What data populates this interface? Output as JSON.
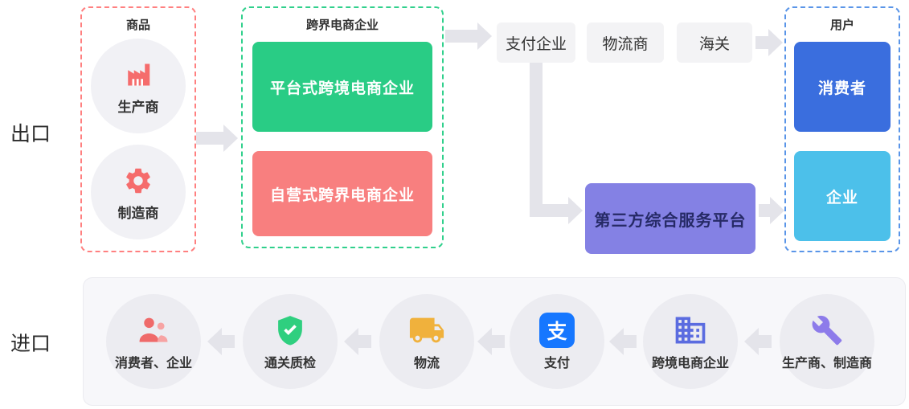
{
  "export": {
    "side_label": "出口",
    "goods": {
      "title": "商品",
      "producer": "生产商",
      "manufacturer": "制造商"
    },
    "ecom": {
      "title": "跨界电商企业",
      "platform": "平台式跨境电商企业",
      "self_operated": "自营式跨界电商企业"
    },
    "chain": {
      "payment": "支付企业",
      "logistics": "物流商",
      "customs": "海关"
    },
    "platform_service": "第三方综合服务平台",
    "user": {
      "title": "用户",
      "consumer": "消费者",
      "enterprise": "企业"
    }
  },
  "import": {
    "side_label": "进口",
    "steps": [
      {
        "label": "消费者、企业",
        "icon": "people-icon"
      },
      {
        "label": "通关质检",
        "icon": "shield-check-icon"
      },
      {
        "label": "物流",
        "icon": "truck-icon"
      },
      {
        "label": "支付",
        "icon": "alipay-icon",
        "icon_text": "支"
      },
      {
        "label": "跨境电商企业",
        "icon": "building-icon"
      },
      {
        "label": "生产商、制造商",
        "icon": "wrench-icon"
      }
    ]
  },
  "colors": {
    "goods_border": "#ff8080",
    "ecom_border": "#30d08c",
    "user_border": "#5a95e8",
    "green_box": "#29cc85",
    "red_box": "#f87f7f",
    "purple_box": "#8481e4",
    "purple_text": "#262a66",
    "consumer_blue": "#3a6ede",
    "enterprise_cyan": "#4cc0ea",
    "chain_box_bg": "#f3f3f5",
    "arrow": "#e4e4ea",
    "panel_bg": "#f7f7fa",
    "circle_bg": "#f1f1f5",
    "factory_icon": "#f56c6c",
    "gear_icon": "#f56c6c",
    "people_icon": "#ef6a6a",
    "shield_icon": "#2fcf7f",
    "truck_icon": "#f0b13c",
    "alipay_icon": "#1677ff",
    "building_icon": "#5b6ce0",
    "wrench_icon": "#8d7bea"
  }
}
